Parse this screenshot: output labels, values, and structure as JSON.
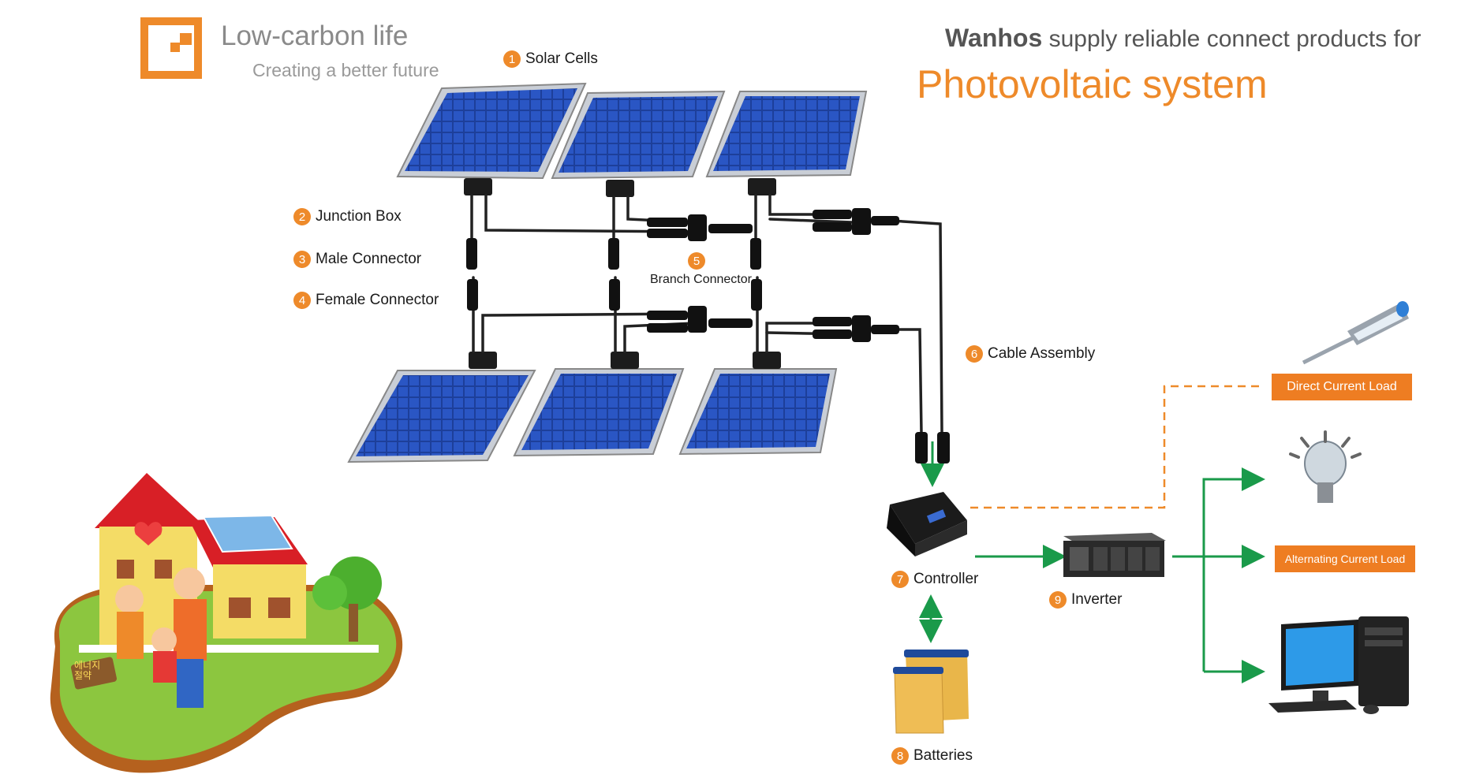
{
  "brand": {
    "title": "Low-carbon life",
    "subtitle": "Creating a better future",
    "icon": "orange-square-logo-icon"
  },
  "headline": {
    "company": "Wanhos",
    "rest": "supply reliable  connect products  for",
    "system": "Photovoltaic  system"
  },
  "components": [
    {
      "num": "1",
      "label": "Solar Cells"
    },
    {
      "num": "2",
      "label": "Junction  Box"
    },
    {
      "num": "3",
      "label": "Male  Connector"
    },
    {
      "num": "4",
      "label": "Female  Connector"
    },
    {
      "num": "5",
      "label": "Branch Connector"
    },
    {
      "num": "6",
      "label": "Cable Assembly"
    },
    {
      "num": "7",
      "label": "Controller"
    },
    {
      "num": "8",
      "label": "Batteries"
    },
    {
      "num": "9",
      "label": "Inverter"
    }
  ],
  "loads": {
    "dc": "Direct  Current  Load",
    "ac": "Alternating  Current  Load"
  },
  "house_sign": "에너지\n절약",
  "colors": {
    "accent": "#ee8a2a",
    "arrow": "#1a9a4a",
    "panel": "#1d3f9a",
    "cable": "#222222"
  },
  "icons": [
    "solar-panel-icon",
    "street-light-icon",
    "light-bulb-icon",
    "computer-icon",
    "controller-icon",
    "inverter-icon",
    "battery-icon",
    "house-icon"
  ]
}
